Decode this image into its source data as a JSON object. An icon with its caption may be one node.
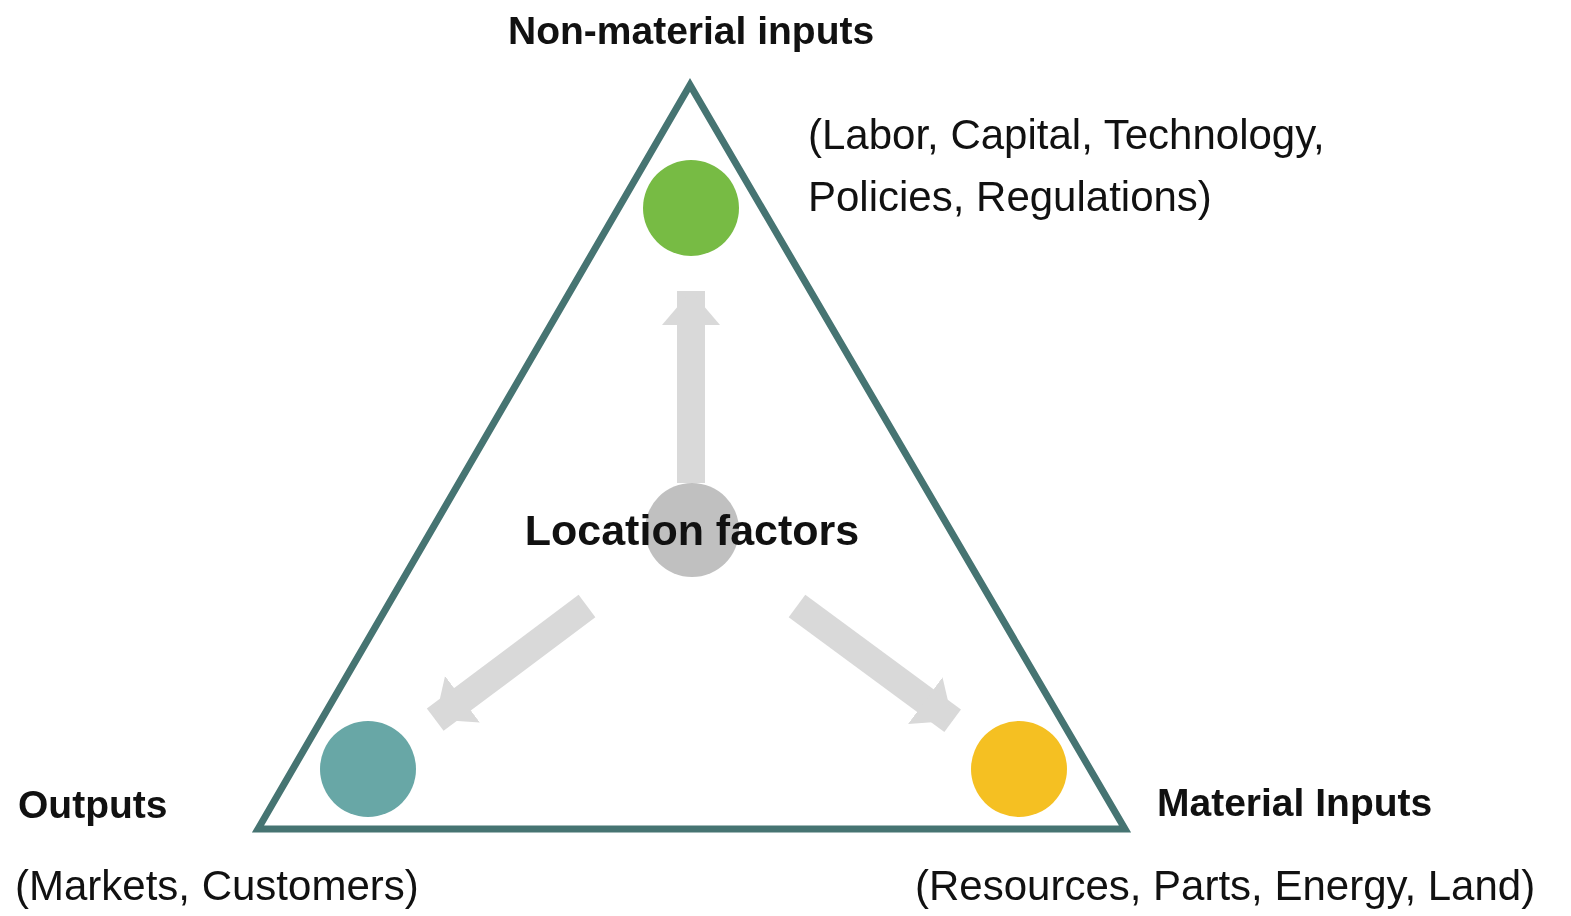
{
  "diagram": {
    "nodes": [
      {
        "text": [
          "Location factors"
        ]
      },
      {
        "text": [],
        "shape": "circle",
        "beside": [
          "Non-material inputs",
          "(Labor, Capital, Technology, Policies, Regulations)"
        ]
      },
      {
        "text": [],
        "shape": "circle",
        "beside": [
          "Outputs",
          "(Markets, Customers)"
        ]
      },
      {
        "text": [],
        "shape": "circle",
        "beside": [
          "Material Inputs",
          "(Resources, Parts, Energy, Land)"
        ]
      }
    ],
    "edges": [
      {
        "from": 0,
        "to": 1,
        "arrow": "to"
      },
      {
        "from": 0,
        "to": 2,
        "arrow": "to"
      },
      {
        "from": 0,
        "to": 3,
        "arrow": "to"
      }
    ]
  }
}
